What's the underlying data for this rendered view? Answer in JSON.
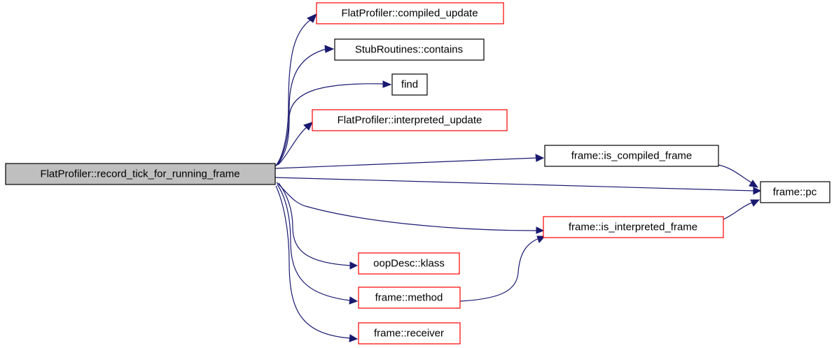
{
  "graph": {
    "colors": {
      "edge": "#191970",
      "root_fill": "#bfbfbf",
      "black_border": "#000000",
      "red_border": "#ff0000"
    },
    "nodes": {
      "root": "FlatProfiler::record_tick_for_running_frame",
      "compiled_update": "FlatProfiler::compiled_update",
      "stub_contains": "StubRoutines::contains",
      "find": "find",
      "interpreted_update": "FlatProfiler::interpreted_update",
      "is_compiled_frame": "frame::is_compiled_frame",
      "pc": "frame::pc",
      "is_interpreted_frame": "frame::is_interpreted_frame",
      "klass": "oopDesc::klass",
      "method": "frame::method",
      "receiver": "frame::receiver"
    },
    "edges": [
      {
        "from": "root",
        "to": "compiled_update"
      },
      {
        "from": "root",
        "to": "stub_contains"
      },
      {
        "from": "root",
        "to": "find"
      },
      {
        "from": "root",
        "to": "interpreted_update"
      },
      {
        "from": "root",
        "to": "is_compiled_frame"
      },
      {
        "from": "root",
        "to": "pc"
      },
      {
        "from": "root",
        "to": "is_interpreted_frame"
      },
      {
        "from": "root",
        "to": "klass"
      },
      {
        "from": "root",
        "to": "method"
      },
      {
        "from": "root",
        "to": "receiver"
      },
      {
        "from": "is_compiled_frame",
        "to": "pc"
      },
      {
        "from": "is_interpreted_frame",
        "to": "pc"
      },
      {
        "from": "method",
        "to": "is_interpreted_frame"
      }
    ]
  }
}
